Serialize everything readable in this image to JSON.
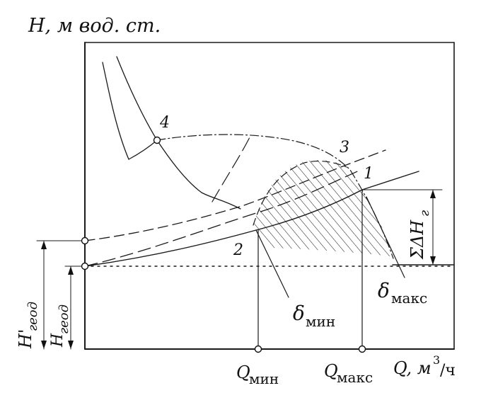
{
  "y_axis_label": "H, м вод. ст.",
  "x_axis_label": "Q, м³/ч",
  "x_unit_sup": "3",
  "x_unit_tail": "/ч",
  "x_axis_q": "Q, м",
  "q_min_label": "Q",
  "q_min_sub": "мин",
  "q_max_label": "Q",
  "q_max_sub": "макс",
  "delta_min_label": "δ",
  "delta_min_sub": "мин",
  "delta_max_label": "δ",
  "delta_max_sub": "макс",
  "h_geod_prime": "H'",
  "h_geod_prime_sub": "геод",
  "h_geod": "H",
  "h_geod_sub": "геод",
  "sum_dh": "ΣΔH",
  "sum_dh_sub": "г",
  "points": {
    "p1": "1",
    "p2": "2",
    "p3": "3",
    "p4": "4"
  }
}
